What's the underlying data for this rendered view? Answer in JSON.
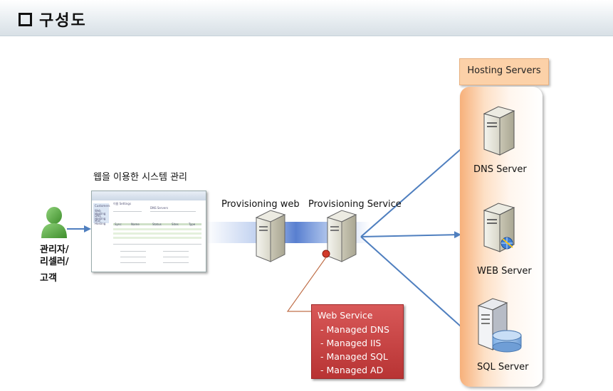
{
  "header": {
    "title": "구성도"
  },
  "user": {
    "lines": [
      "관리자/",
      "리셀러/",
      "고객"
    ]
  },
  "web_caption": "웹을 이용한 시스템 관리",
  "screenshot": {
    "items": [
      "Customers",
      "Web Hosting",
      "DNS Hosting",
      "Mail Hosting"
    ],
    "heading": "이름 Settings",
    "dns_label": "DNS Servers",
    "cell_texts": [
      "Sync",
      "Name",
      "Status",
      "Sites",
      "Type"
    ]
  },
  "provisioning": {
    "web": "Provisioning web",
    "service": "Provisioning Service"
  },
  "hosting": {
    "title": "Hosting Servers",
    "servers": [
      {
        "label": "DNS Server",
        "icon": "server-tower"
      },
      {
        "label": "WEB Server",
        "icon": "server-tower-globe"
      },
      {
        "label": "SQL Server",
        "icon": "database-server"
      }
    ]
  },
  "web_service": {
    "title": "Web Service",
    "items": [
      "- Managed DNS",
      "- Managed IIS",
      "- Managed SQL",
      "- Managed AD"
    ]
  },
  "colors": {
    "arrow": "#4f7fbf",
    "callout_line": "#c0704a",
    "web_service_box": "#c94444",
    "hosting_panel": "#f7b07a"
  }
}
